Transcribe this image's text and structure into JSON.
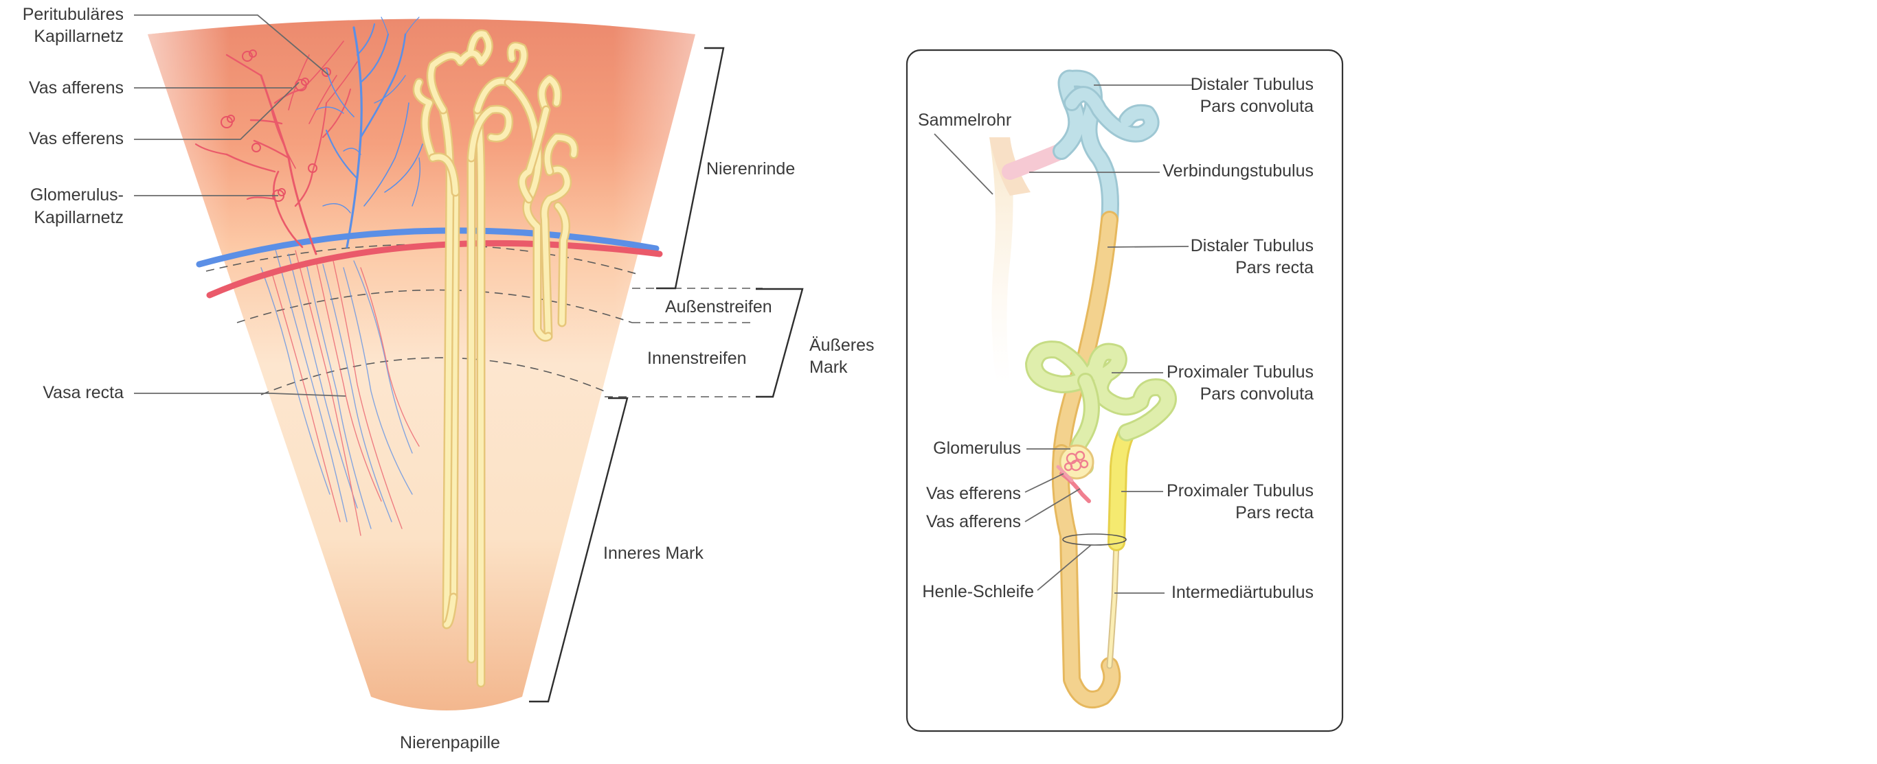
{
  "left_diagram": {
    "labels": {
      "peritubulaeres_1": "Peritubuläres",
      "peritubulaeres_2": "Kapillarnetz",
      "vas_afferens": "Vas afferens",
      "vas_efferens": "Vas efferens",
      "glomerulus_kap_1": "Glomerulus-",
      "glomerulus_kap_2": "Kapillarnetz",
      "vasa_recta": "Vasa recta",
      "nierenrinde": "Nierenrinde",
      "aussenstreifen": "Außenstreifen",
      "innenstreifen": "Innenstreifen",
      "aeusseres_mark_1": "Äußeres",
      "aeusseres_mark_2": "Mark",
      "inneres_mark": "Inneres Mark",
      "nierenpapille": "Nierenpapille"
    }
  },
  "right_diagram": {
    "labels": {
      "sammelrohr": "Sammelrohr",
      "distaler_conv_1": "Distaler Tubulus",
      "distaler_conv_2": "Pars convoluta",
      "verbindungstubulus": "Verbindungstubulus",
      "distaler_recta_1": "Distaler Tubulus",
      "distaler_recta_2": "Pars recta",
      "proximaler_conv_1": "Proximaler Tubulus",
      "proximaler_conv_2": "Pars convoluta",
      "glomerulus": "Glomerulus",
      "vas_efferens": "Vas efferens",
      "vas_afferens": "Vas afferens",
      "proximaler_recta_1": "Proximaler Tubulus",
      "proximaler_recta_2": "Pars recta",
      "henle_schleife": "Henle-Schleife",
      "intermediaertubulus": "Intermediärtubulus"
    }
  },
  "colors": {
    "cortex": "#ec8a6a",
    "medulla": "#fbe6cc",
    "artery": "#ea5a6a",
    "vein": "#5b8fe6",
    "tubule": "#fbeeb4",
    "distal_convoluted": "#b9dde6",
    "connecting": "#f6c9d3",
    "proximal_convoluted": "#d8ec9e",
    "proximal_straight": "#f5ea70",
    "loop": "#f3d28e"
  }
}
